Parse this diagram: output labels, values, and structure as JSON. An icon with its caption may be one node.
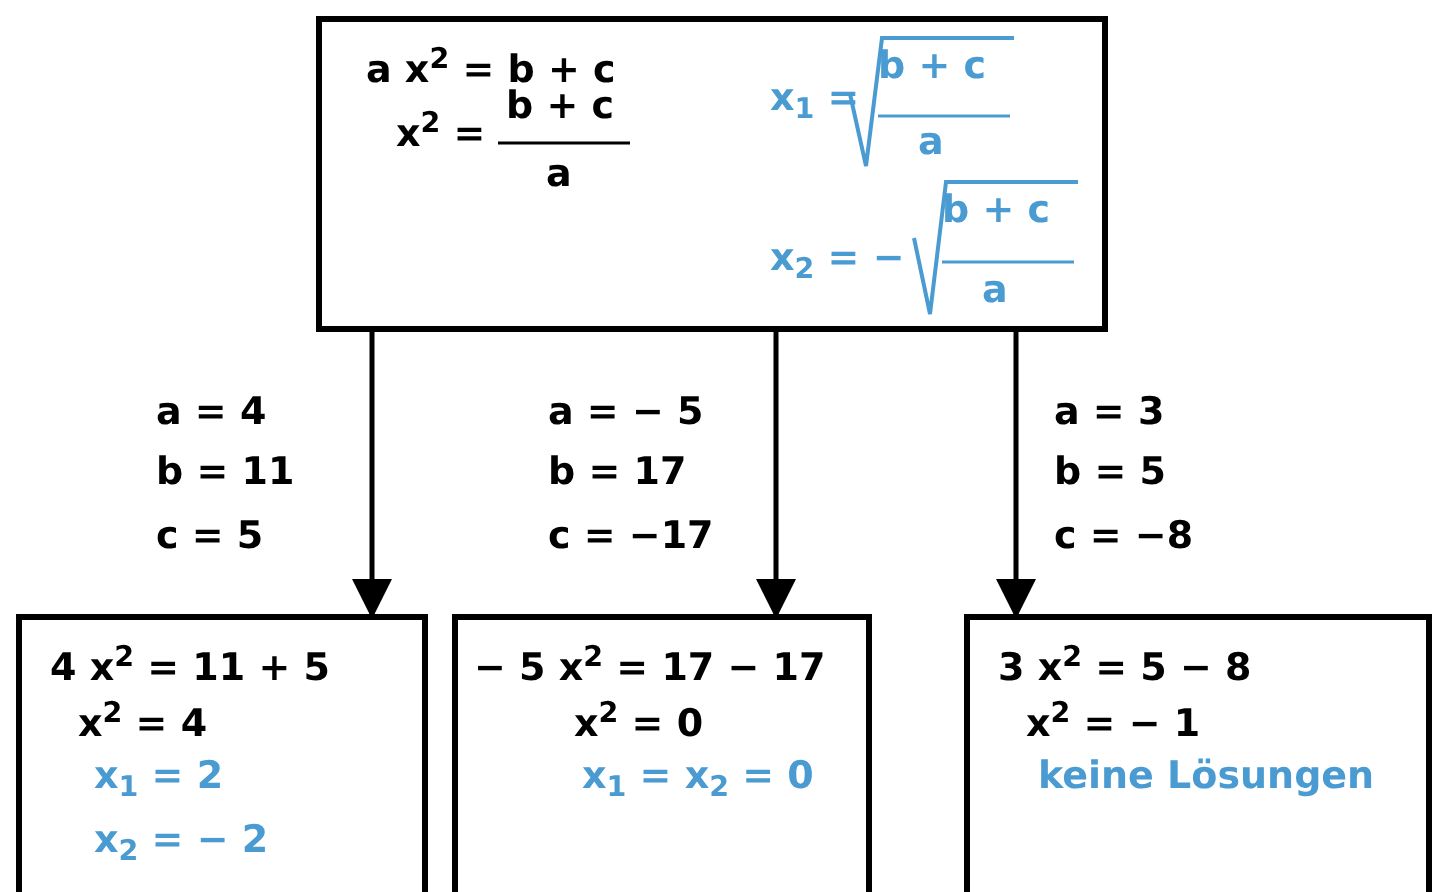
{
  "diagram": {
    "nodes": [
      {
        "text": [
          "a x$^{2}$ = b + c",
          "x$^{2}$ =",
          "b + c",
          "a",
          "x$_{1}$ =",
          "b + c",
          "a",
          "x$_{2}$ = −",
          "b + c",
          "a"
        ]
      },
      {
        "text": [
          "4 x$^{2}$ = 11 + 5",
          "x$^{2}$ = 4",
          "x$_{1}$ = 2",
          "x$_{2}$ = − 2"
        ]
      },
      {
        "text": [
          "− 5 x$^{2}$ = 17 − 17",
          "x$^{2}$ = 0",
          "x$_{1}$ = x$_{2}$ = 0"
        ]
      },
      {
        "text": [
          "3 x$^{2}$ = 5 − 8",
          "x$^{2}$ = − 1",
          "keine Lösungen"
        ]
      }
    ],
    "edges": [
      {
        "from": 0,
        "to": 1,
        "arrow": "to"
      },
      {
        "from": 0,
        "to": 2,
        "arrow": "to"
      },
      {
        "from": 0,
        "to": 3,
        "arrow": "to"
      }
    ],
    "labels": [
      "a = 4",
      "b = 11",
      "c = 5",
      "a = − 5",
      "b = 17",
      "c = −17",
      "a = 3",
      "b = 5",
      "c = −8"
    ]
  }
}
